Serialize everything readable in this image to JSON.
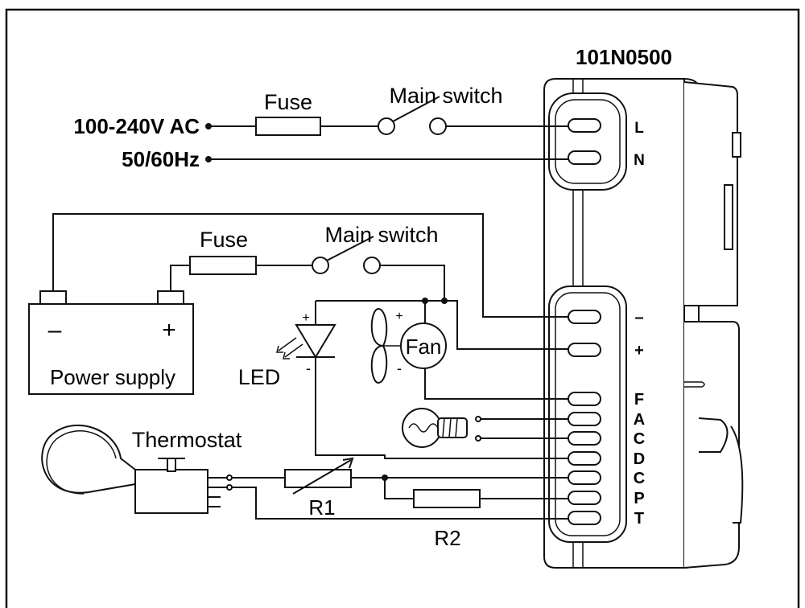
{
  "model": "101N0500",
  "supply_ac": {
    "voltage": "100-240V AC",
    "frequency": "50/60Hz"
  },
  "ac_circuit": {
    "fuse": "Fuse",
    "switch": "Main switch"
  },
  "dc_circuit": {
    "fuse": "Fuse",
    "switch": "Main switch"
  },
  "power_supply": {
    "label": "Power supply",
    "minus": "–",
    "plus": "+"
  },
  "components": {
    "led": "LED",
    "led_plus": "+",
    "led_minus": "-",
    "fan": "Fan",
    "fan_plus": "+",
    "fan_minus": "-",
    "thermostat": "Thermostat",
    "r1": "R1",
    "r2": "R2"
  },
  "terminals": {
    "ac": [
      "L",
      "N"
    ],
    "dc": [
      "–",
      "+",
      "F",
      "A",
      "C",
      "D",
      "C",
      "P",
      "T"
    ]
  }
}
